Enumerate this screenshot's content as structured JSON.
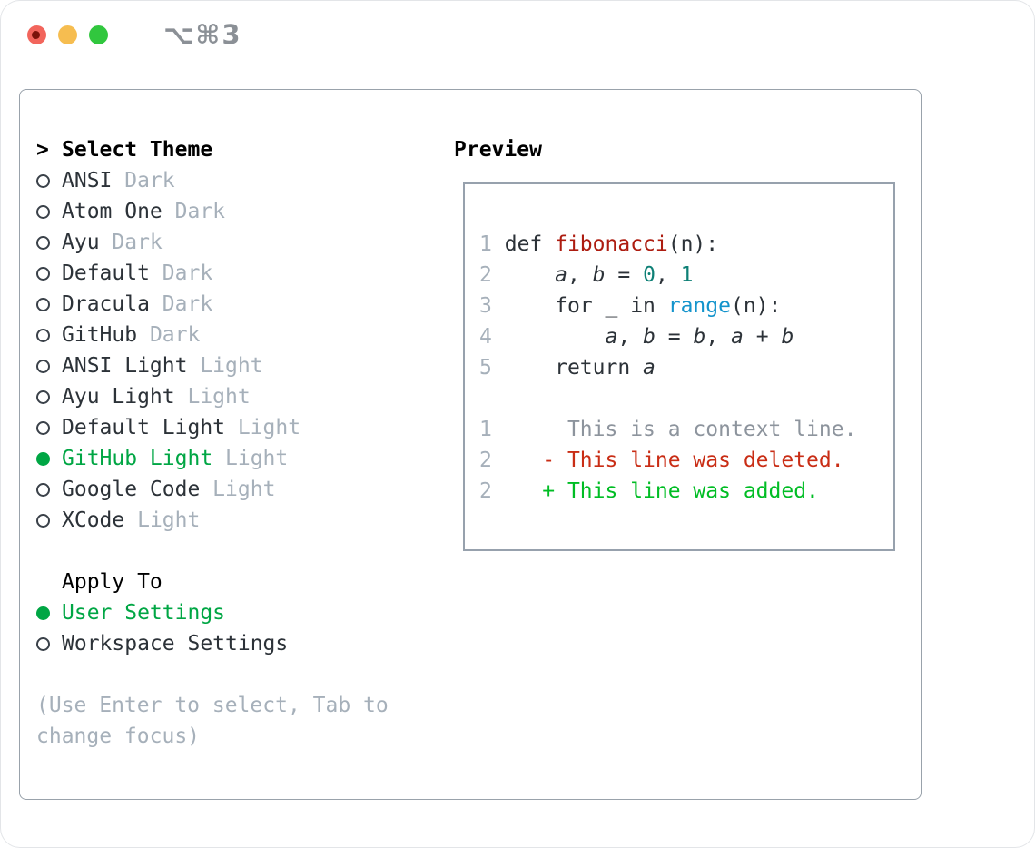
{
  "window": {
    "title": "⌥⌘3",
    "traffic_lights": [
      {
        "name": "close",
        "color": "#f2655c"
      },
      {
        "name": "minimize",
        "color": "#f6bd50"
      },
      {
        "name": "zoom",
        "color": "#31c73e"
      }
    ]
  },
  "theme_panel": {
    "header": {
      "cursor": ">",
      "label": "Select Theme"
    },
    "themes": [
      {
        "name": "ANSI",
        "variant": "Dark",
        "selected": false
      },
      {
        "name": "Atom One",
        "variant": "Dark",
        "selected": false
      },
      {
        "name": "Ayu",
        "variant": "Dark",
        "selected": false
      },
      {
        "name": "Default",
        "variant": "Dark",
        "selected": false
      },
      {
        "name": "Dracula",
        "variant": "Dark",
        "selected": false
      },
      {
        "name": "GitHub",
        "variant": "Dark",
        "selected": false
      },
      {
        "name": "ANSI Light",
        "variant": "Light",
        "selected": false
      },
      {
        "name": "Ayu Light",
        "variant": "Light",
        "selected": false
      },
      {
        "name": "Default Light",
        "variant": "Light",
        "selected": false
      },
      {
        "name": "GitHub Light",
        "variant": "Light",
        "selected": true
      },
      {
        "name": "Google Code",
        "variant": "Light",
        "selected": false
      },
      {
        "name": "XCode",
        "variant": "Light",
        "selected": false
      }
    ],
    "apply_to": {
      "label": "Apply To",
      "options": [
        {
          "name": "User Settings",
          "selected": true
        },
        {
          "name": "Workspace Settings",
          "selected": false
        }
      ]
    },
    "hint": "(Use Enter to select, Tab to change focus)"
  },
  "preview_panel": {
    "header": "Preview",
    "code_lines": [
      {
        "num": "1",
        "tokens": [
          {
            "t": "def ",
            "c": "plain"
          },
          {
            "t": "fibonacci",
            "c": "function"
          },
          {
            "t": "(n):",
            "c": "plain"
          }
        ]
      },
      {
        "num": "2",
        "tokens": [
          {
            "t": "    ",
            "c": "plain"
          },
          {
            "t": "a",
            "c": "variable"
          },
          {
            "t": ", ",
            "c": "plain"
          },
          {
            "t": "b",
            "c": "variable"
          },
          {
            "t": " = ",
            "c": "plain"
          },
          {
            "t": "0",
            "c": "number"
          },
          {
            "t": ", ",
            "c": "plain"
          },
          {
            "t": "1",
            "c": "number"
          }
        ]
      },
      {
        "num": "3",
        "tokens": [
          {
            "t": "    for _ in ",
            "c": "plain"
          },
          {
            "t": "range",
            "c": "builtin"
          },
          {
            "t": "(n):",
            "c": "plain"
          }
        ]
      },
      {
        "num": "4",
        "tokens": [
          {
            "t": "        ",
            "c": "plain"
          },
          {
            "t": "a",
            "c": "variable"
          },
          {
            "t": ", ",
            "c": "plain"
          },
          {
            "t": "b",
            "c": "variable"
          },
          {
            "t": " = ",
            "c": "plain"
          },
          {
            "t": "b",
            "c": "variable"
          },
          {
            "t": ", ",
            "c": "plain"
          },
          {
            "t": "a",
            "c": "variable"
          },
          {
            "t": " + ",
            "c": "plain"
          },
          {
            "t": "b",
            "c": "variable"
          }
        ]
      },
      {
        "num": "5",
        "tokens": [
          {
            "t": "    return ",
            "c": "plain"
          },
          {
            "t": "a",
            "c": "variable"
          }
        ]
      }
    ],
    "diff_lines": [
      {
        "num": "1",
        "tokens": [
          {
            "t": "     This is a context line.",
            "c": "context"
          }
        ]
      },
      {
        "num": "2",
        "tokens": [
          {
            "t": "   - This line was deleted.",
            "c": "deleted"
          }
        ]
      },
      {
        "num": "2",
        "tokens": [
          {
            "t": "   + This line was added.",
            "c": "added"
          }
        ]
      }
    ]
  },
  "colors": {
    "accent_green": "#00a644",
    "added_green": "#00bd24",
    "deleted_red": "#c92d15",
    "function_red": "#ad1c10",
    "number_teal": "#0e8076",
    "builtin_blue": "#1494cc",
    "muted_gray": "#a6b0ba",
    "text_dark": "#2c3238",
    "border_gray": "#99a2ab",
    "title_gray": "#8b9096"
  }
}
